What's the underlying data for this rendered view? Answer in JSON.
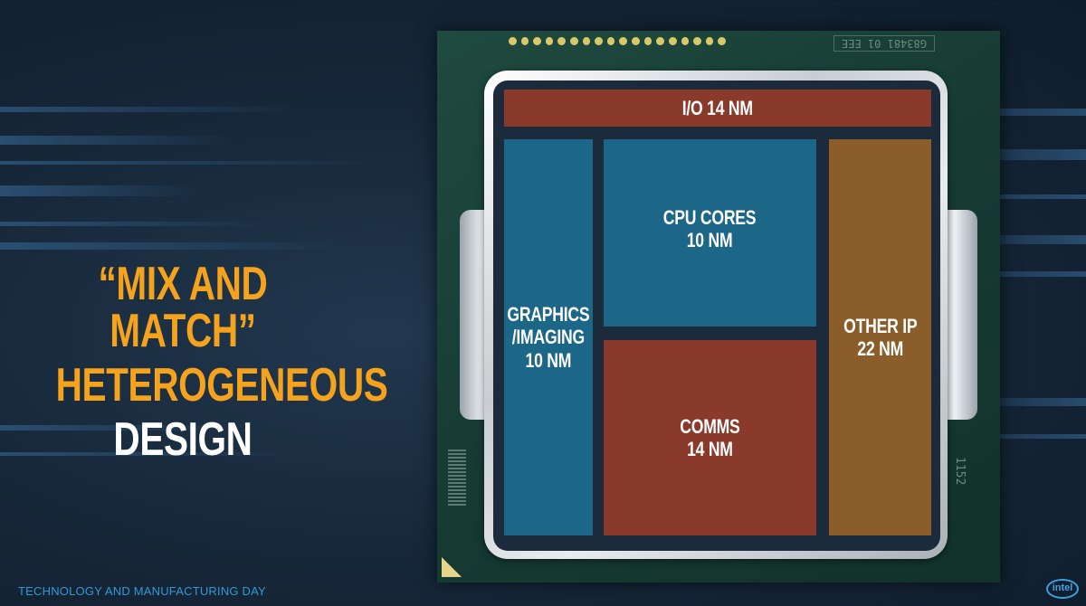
{
  "headline": {
    "line1": "“MIX AND MATCH”",
    "line2": "HETEROGENEOUS",
    "line3": "DESIGN"
  },
  "footer": {
    "event": "TECHNOLOGY AND MANUFACTURING DAY",
    "logo": "intel"
  },
  "package": {
    "serial": "G83481 01 EEE",
    "mark": "1152"
  },
  "die_blocks": {
    "io": {
      "label": "I/O 14 NM",
      "color": "#8a3a2b"
    },
    "graphics": {
      "line1": "GRAPHICS",
      "line2": "/IMAGING",
      "line3": "10 NM",
      "color": "#1c6688"
    },
    "cpu": {
      "line1": "CPU CORES",
      "line2": "10 NM",
      "color": "#1c6688"
    },
    "comms": {
      "line1": "COMMS",
      "line2": "14 NM",
      "color": "#8a3a2b"
    },
    "other": {
      "line1": "OTHER IP",
      "line2": "22 NM",
      "color": "#8a5d2a"
    }
  },
  "colors": {
    "headline_accent": "#f5a21c",
    "headline_plain": "#ffffff",
    "footer_text": "#2f9ad7"
  }
}
